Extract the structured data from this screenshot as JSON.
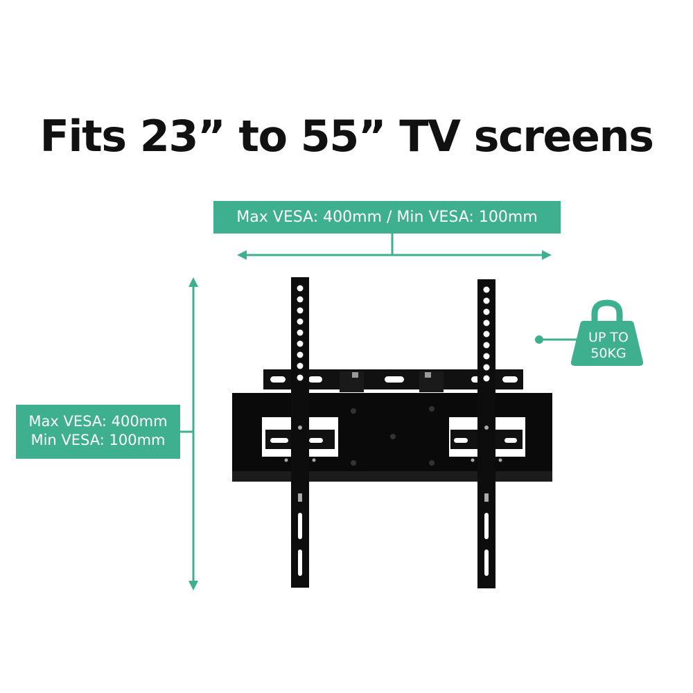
{
  "headline": "Fits 23” to 55” TV screens",
  "horizontal_dimension": {
    "label": "Max VESA: 400mm / Min VESA: 100mm",
    "arrow": "double-headed-horizontal"
  },
  "vertical_dimension": {
    "line1": "Max VESA: 400mm",
    "line2": "Min VESA: 100mm",
    "arrow": "double-headed-vertical"
  },
  "weight_badge": {
    "line1": "UP TO",
    "line2": "50KG",
    "icon": "kettlebell-weight-icon"
  },
  "product": {
    "name": "tilting-tv-wall-mount-bracket"
  },
  "colors": {
    "accent": "#3fb08f",
    "text": "#111111",
    "background": "#ffffff",
    "bracket": "#0d0d0d"
  }
}
